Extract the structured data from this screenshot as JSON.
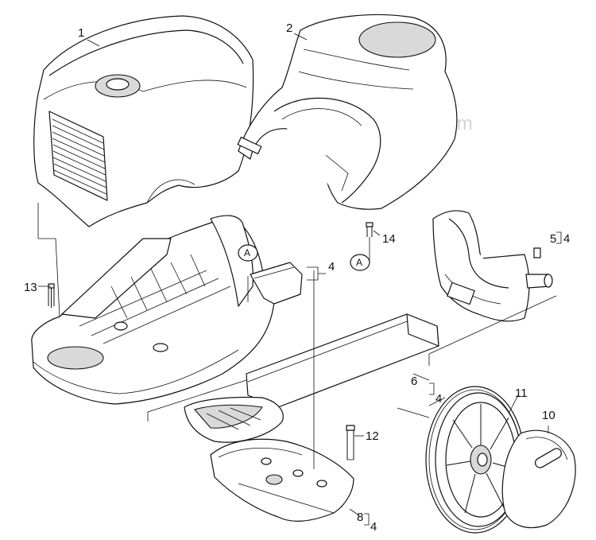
{
  "watermark": "eReplacementParts.com",
  "callouts": {
    "p1": "1",
    "p2": "2",
    "p4a": "4",
    "p4b": "4",
    "p4c": "4",
    "p4d": "4",
    "p5": "5",
    "p6": "6",
    "p8": "8",
    "p10": "10",
    "p11": "11",
    "p12": "12",
    "p13": "13",
    "p14": "14",
    "refA1": "A",
    "refA2": "A"
  }
}
